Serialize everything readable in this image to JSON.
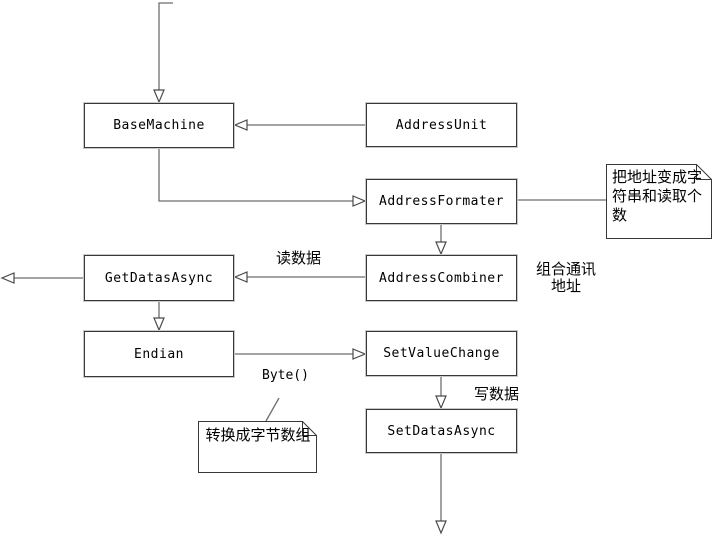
{
  "diagram": {
    "nodes": {
      "base_machine": {
        "label": "BaseMachine"
      },
      "address_unit": {
        "label": "AddressUnit"
      },
      "address_formater": {
        "label": "AddressFormater"
      },
      "address_combiner": {
        "label": "AddressCombiner"
      },
      "get_datas_async": {
        "label": "GetDatasAsync"
      },
      "endian": {
        "label": "Endian"
      },
      "set_value_change": {
        "label": "SetValueChange"
      },
      "set_datas_async": {
        "label": "SetDatasAsync"
      }
    },
    "notes": {
      "address_note": {
        "text": "把地址变成字符串和读取个数"
      },
      "byte_note": {
        "text": "转换成字节数组"
      }
    },
    "edge_labels": {
      "read_data": "读数据",
      "combine_address": "组合通讯\n地址",
      "byte_call": "Byte()",
      "write_data": "写数据"
    },
    "colors": {
      "line": "#6e6e6e",
      "arrow_outline": "#4a4a4a",
      "box_border": "#383838",
      "background": "#ffffff"
    }
  }
}
